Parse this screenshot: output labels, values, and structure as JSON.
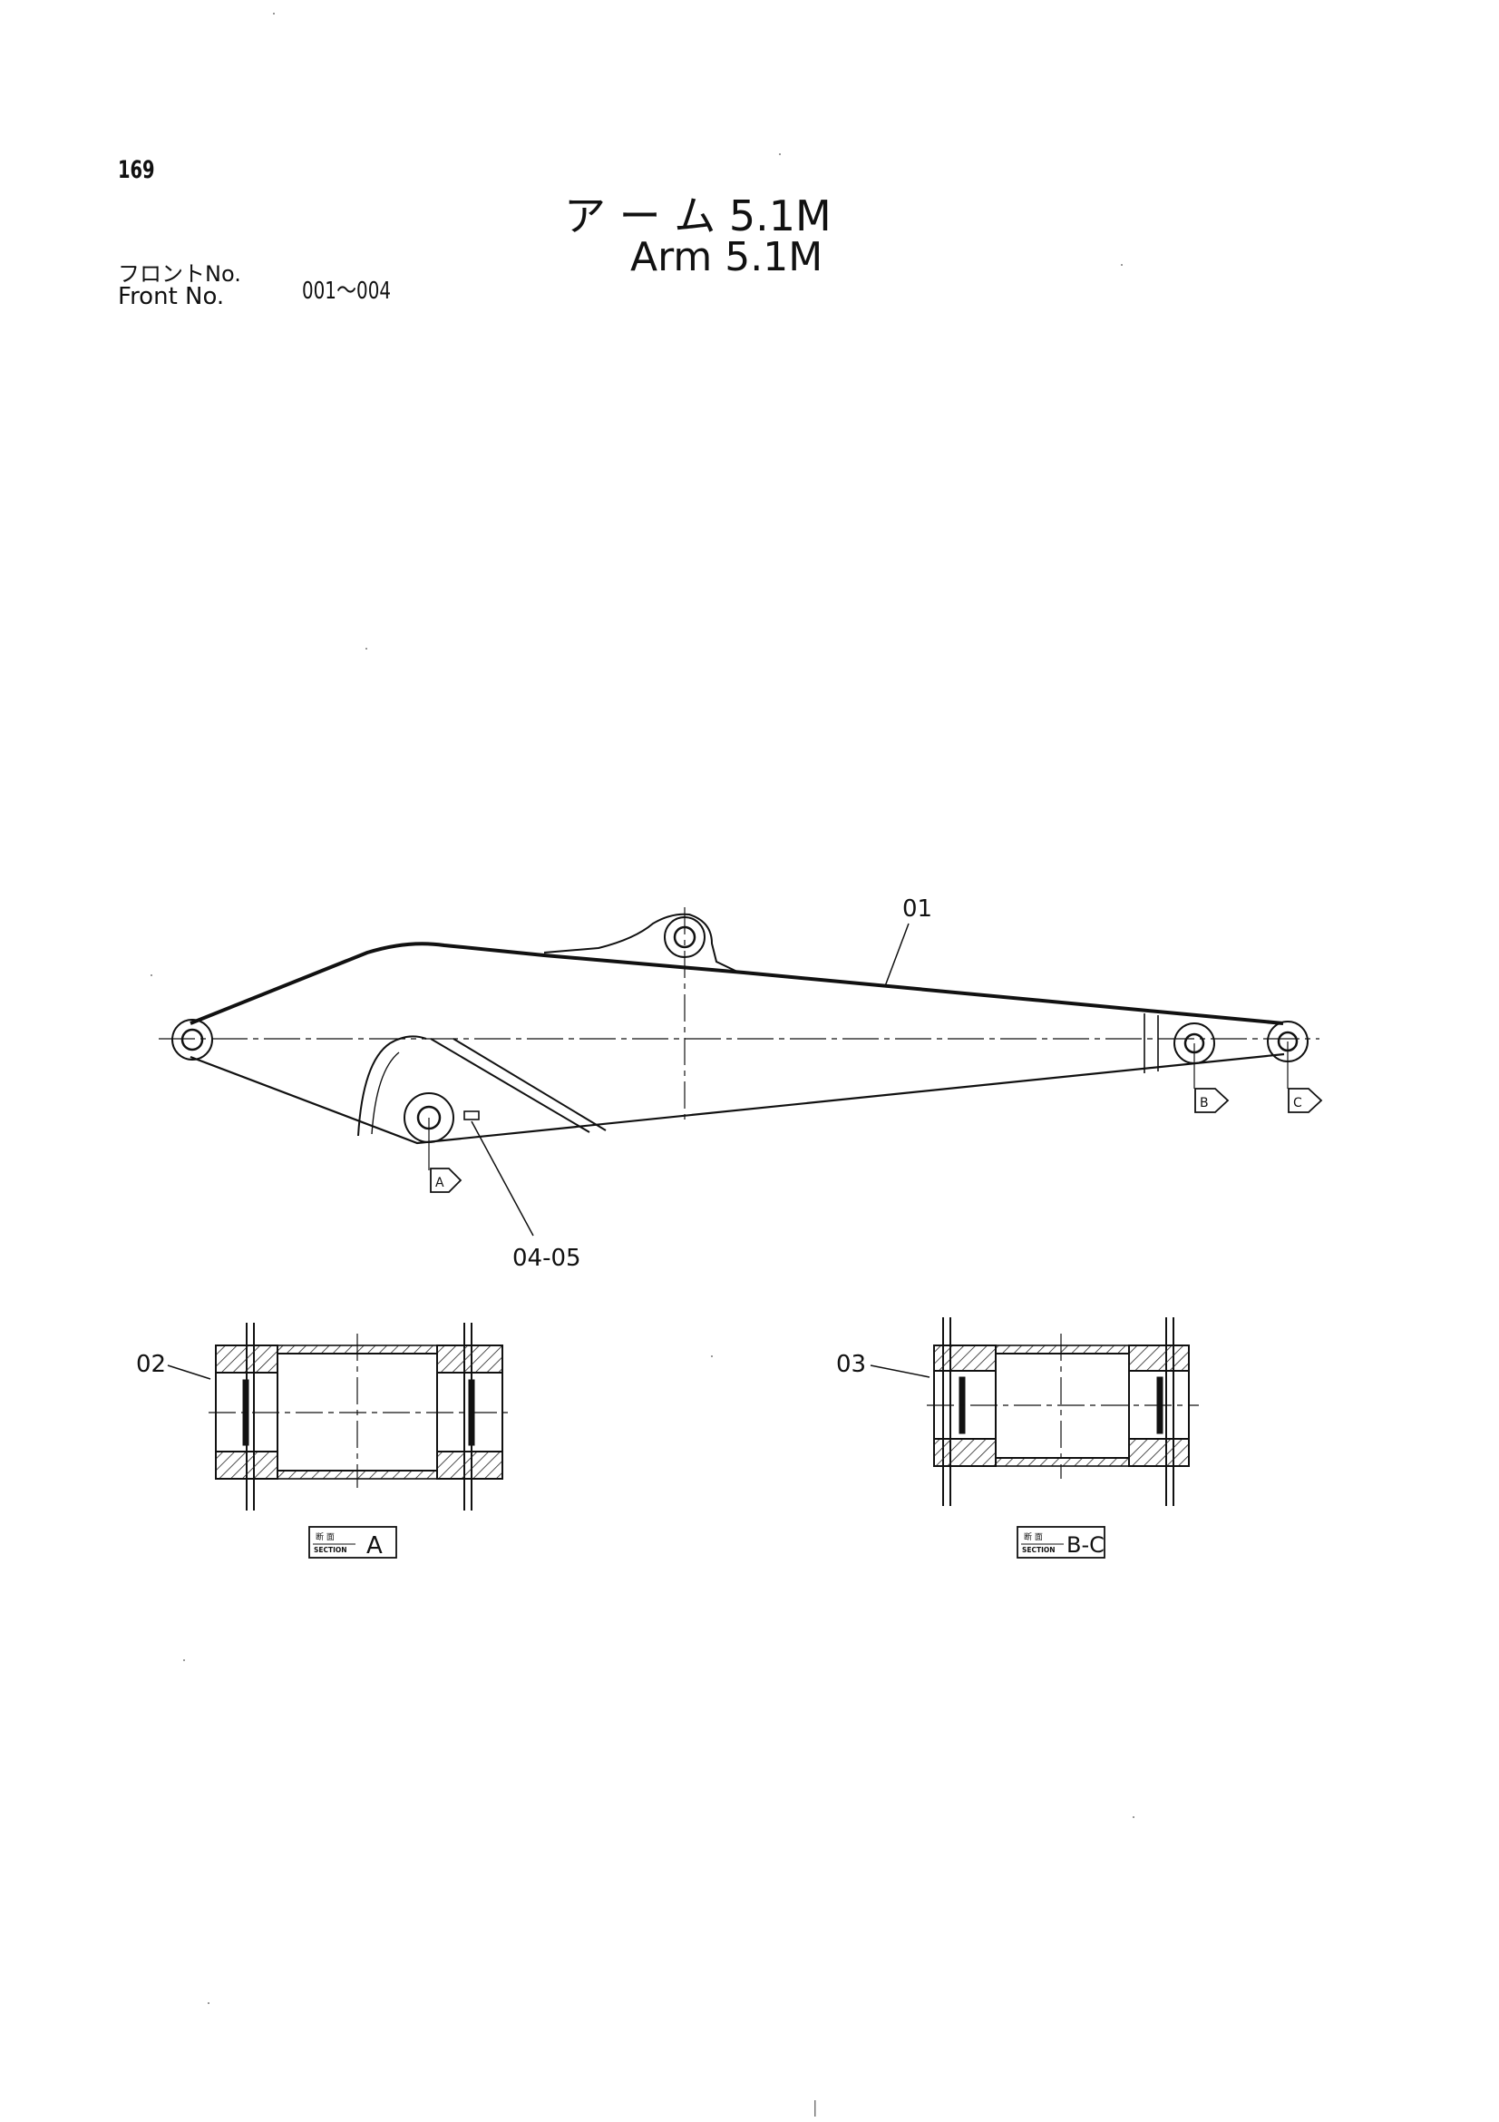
{
  "page_number": "169",
  "title_jp": "ア ー ム 5.1M",
  "title_en": "Arm 5.1M",
  "front_no_jp": "フロントNo.",
  "front_no_en": "Front No.",
  "front_no_range": "001～004",
  "callouts": {
    "arm": "01",
    "pin_assembly": "04-05",
    "bushing_a": "02",
    "bushing_bc": "03"
  },
  "section_markers": [
    "A",
    "B",
    "C"
  ],
  "section_views": [
    {
      "kanji": "断 面",
      "word": "SECTION",
      "letter": "A"
    },
    {
      "kanji": "断 面",
      "word": "SECTION",
      "letter": "B-C"
    }
  ]
}
